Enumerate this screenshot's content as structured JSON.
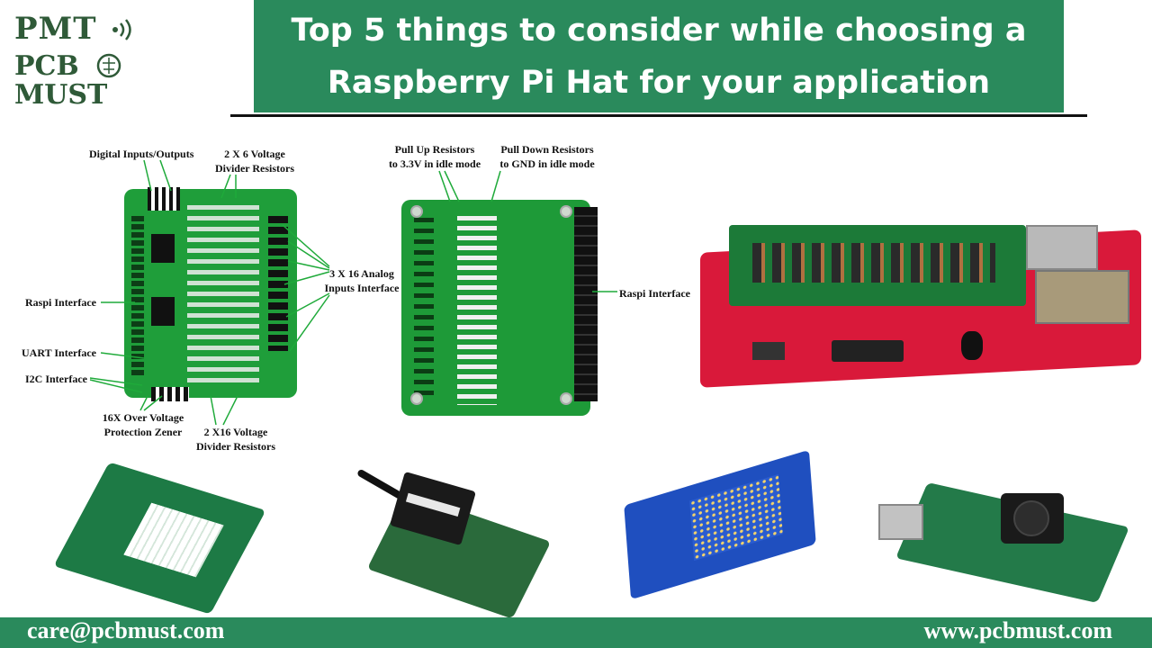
{
  "logo": {
    "line1": "PMT",
    "line2": "PCB",
    "line3": "MUST"
  },
  "title": {
    "line1": "Top 5 things to consider while choosing a",
    "line2": "Raspberry Pi Hat for your application"
  },
  "board1": {
    "labels": {
      "digital_io": "Digital Inputs/Outputs",
      "voltage_divider_6_line1": "2 X 6 Voltage",
      "voltage_divider_6_line2": "Divider Resistors",
      "analog_inputs_line1": "3 X 16 Analog",
      "analog_inputs_line2": "Inputs Interface",
      "raspi_interface": "Raspi Interface",
      "uart": "UART Interface",
      "i2c": "I2C Interface",
      "zener_line1": "16X Over Voltage",
      "zener_line2": "Protection Zener",
      "voltage_divider_16_line1": "2 X16 Voltage",
      "voltage_divider_16_line2": "Divider Resistors"
    }
  },
  "board2": {
    "labels": {
      "pullup_line1": "Pull Up Resistors",
      "pullup_line2": "to 3.3V in idle mode",
      "pulldown_line1": "Pull Down Resistors",
      "pulldown_line2": "to GND in idle mode",
      "raspi_interface": "Raspi Interface"
    }
  },
  "colors": {
    "brand_green": "#2a8a5c",
    "logo_green": "#2f5a38",
    "case_red": "#d9193a"
  },
  "footer": {
    "email": "care@pcbmust.com",
    "website": "www.pcbmust.com"
  }
}
